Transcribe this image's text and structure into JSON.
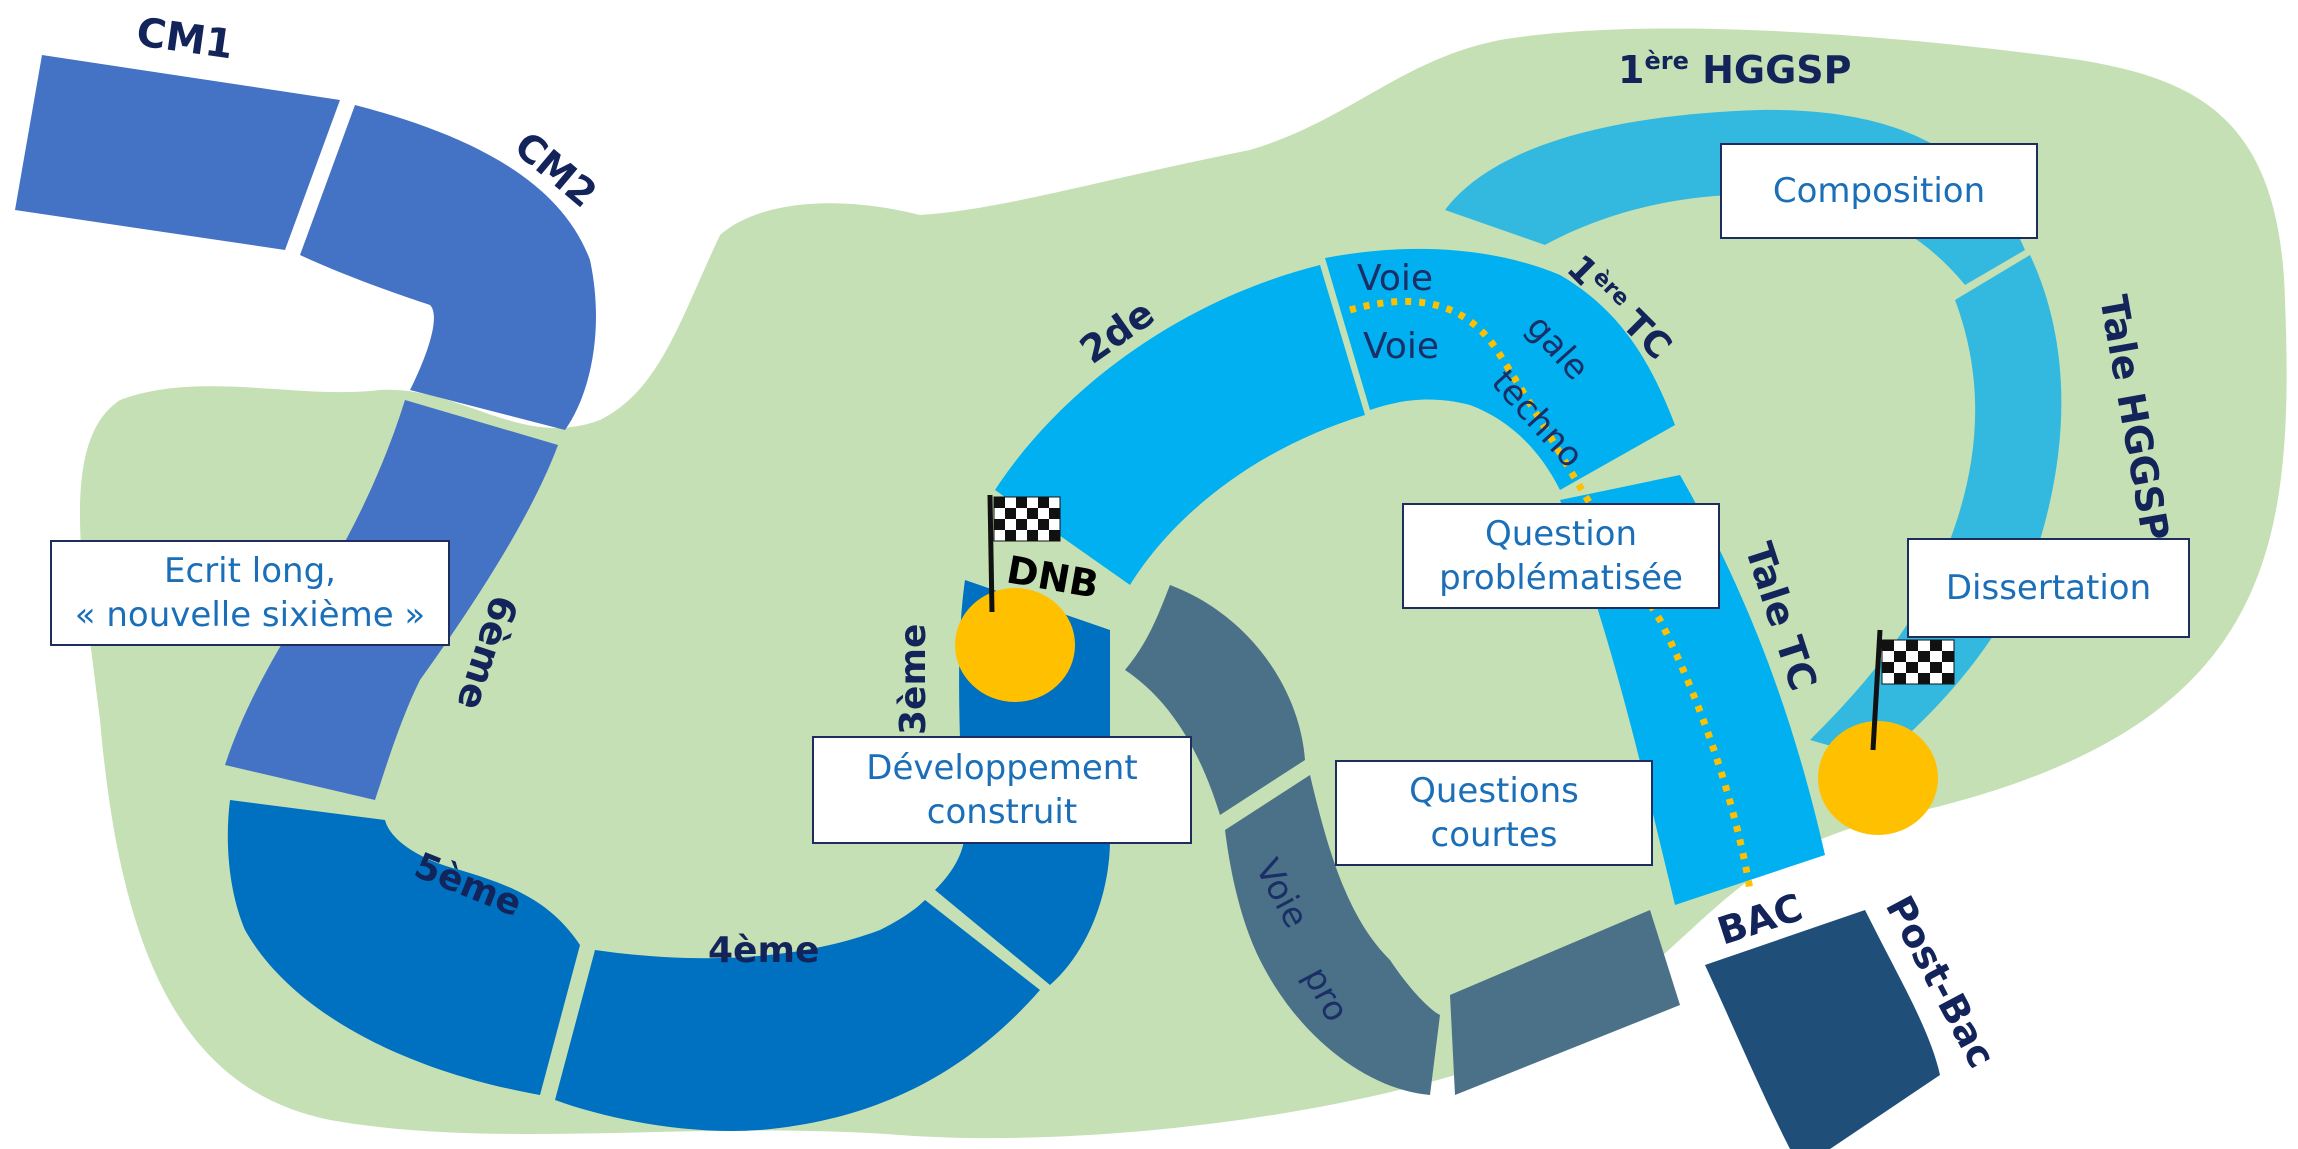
{
  "grades": {
    "cm1": "CM1",
    "cm2": "CM2",
    "sixieme": "6ème",
    "cinquieme": "5ème",
    "quatrieme": "4ème",
    "troisieme": "3ème",
    "seconde": "2de",
    "premiere_hggsp_prefix": "1",
    "premiere_hggsp_sup": "ère",
    "premiere_hggsp_suffix": " HGGSP",
    "premiere_tc_prefix": "1",
    "premiere_tc_sup": "ère",
    "premiere_tc_suffix": " TC",
    "terminale_tc": "Tale TC",
    "terminale_hggsp": "Tale HGGSP",
    "post_bac": "Post-Bac"
  },
  "milestones": {
    "dnb": "DNB",
    "bac": "BAC"
  },
  "pathways": {
    "voie_1": "Voie",
    "voie_2": "Voie",
    "gale": "gale",
    "techno": "techno",
    "voie_pro_1": "Voie",
    "voie_pro_2": "pro"
  },
  "boxes": {
    "ecrit_long_line1": "Ecrit long,",
    "ecrit_long_line2": "« nouvelle sixième »",
    "developpement_line1": "Développement",
    "developpement_line2": "construit",
    "questions_courtes_line1": "Questions",
    "questions_courtes_line2": "courtes",
    "question_prob_line1": "Question",
    "question_prob_line2": "problématisée",
    "composition": "Composition",
    "dissertation": "Dissertation"
  },
  "colors": {
    "background_blob": "#c5e0b4",
    "primary_segments": "#4472c4",
    "college_segments": "#0070c0",
    "lycee_segments": "#00b0f0",
    "hggsp_segments": "#33b9e0",
    "voie_pro": "#4b7189",
    "post_bac": "#1f4e79",
    "milestone_disc": "#ffc000",
    "label_text": "#12245a",
    "box_text": "#1a6fb8"
  }
}
